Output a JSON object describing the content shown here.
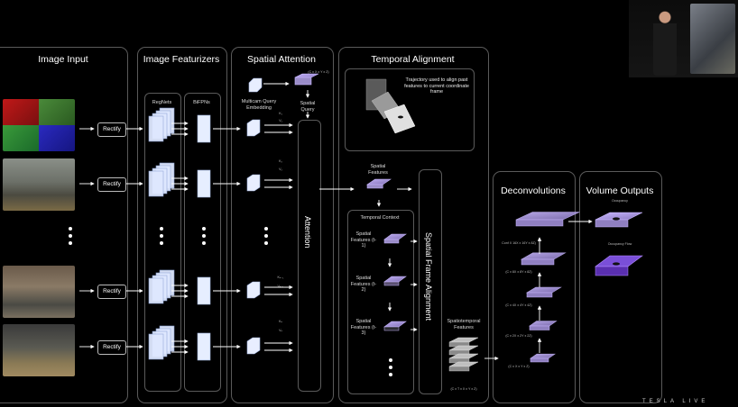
{
  "panels": {
    "image_input": "Image Input",
    "image_featurizers": "Image Featurizers",
    "spatial_attention": "Spatial Attention",
    "temporal_alignment": "Temporal Alignment",
    "deconvolutions": "Deconvolutions",
    "volume_outputs": "Volume Outputs"
  },
  "featurizers": {
    "regnets": "RegNets",
    "bifpns": "BiFPNs"
  },
  "rectify_label": "Rectify",
  "attention": {
    "multicam": "Multicam Query Embedding",
    "query_dims": "(C x X x Y x Z)",
    "spatial_query": "Spatial Query",
    "attention_label": "Attention",
    "k1": "K₁",
    "v1": "V₁",
    "k2": "K₂",
    "v2": "V₂",
    "kn1": "Kₙ₋₁",
    "vn1": "Vₙ₋₁",
    "kn": "Kₙ",
    "vn": "Vₙ"
  },
  "temporal": {
    "trajectory_note": "Trajectory used to align past features to current coordinate frame",
    "spatial_features": "Spatial Features",
    "temporal_context": "Temporal Context",
    "sf1": "Spatial Features (t-1)",
    "sf2": "Spatial Features (t-2)",
    "sf3": "Spatial Features (t-3)",
    "frame_alignment": "Spatial Frame Alignment",
    "spatiotemporal": "Spatiotemporal Features",
    "st_dims": "(C x T x X x Y x Z)"
  },
  "deconv": {
    "d1": "Conf X 16X x 16Y x 8Z)",
    "d2": "(C x 8X x 8Y x 8Z)",
    "d3": "(C x 4X x 4Y x 4Z)",
    "d4": "(C x 2X x 2Y x 2Z)",
    "d5": "(C x X x Y x Z)"
  },
  "volume": {
    "occupancy": "Occupancy",
    "occupancy_flow": "Occupancy Flow"
  },
  "branding": "TESLA LIVE",
  "colors": {
    "feature_cube": "#9a8cc8",
    "cube_edge": "#c9b8ff",
    "flow": "#7a4fd8"
  }
}
